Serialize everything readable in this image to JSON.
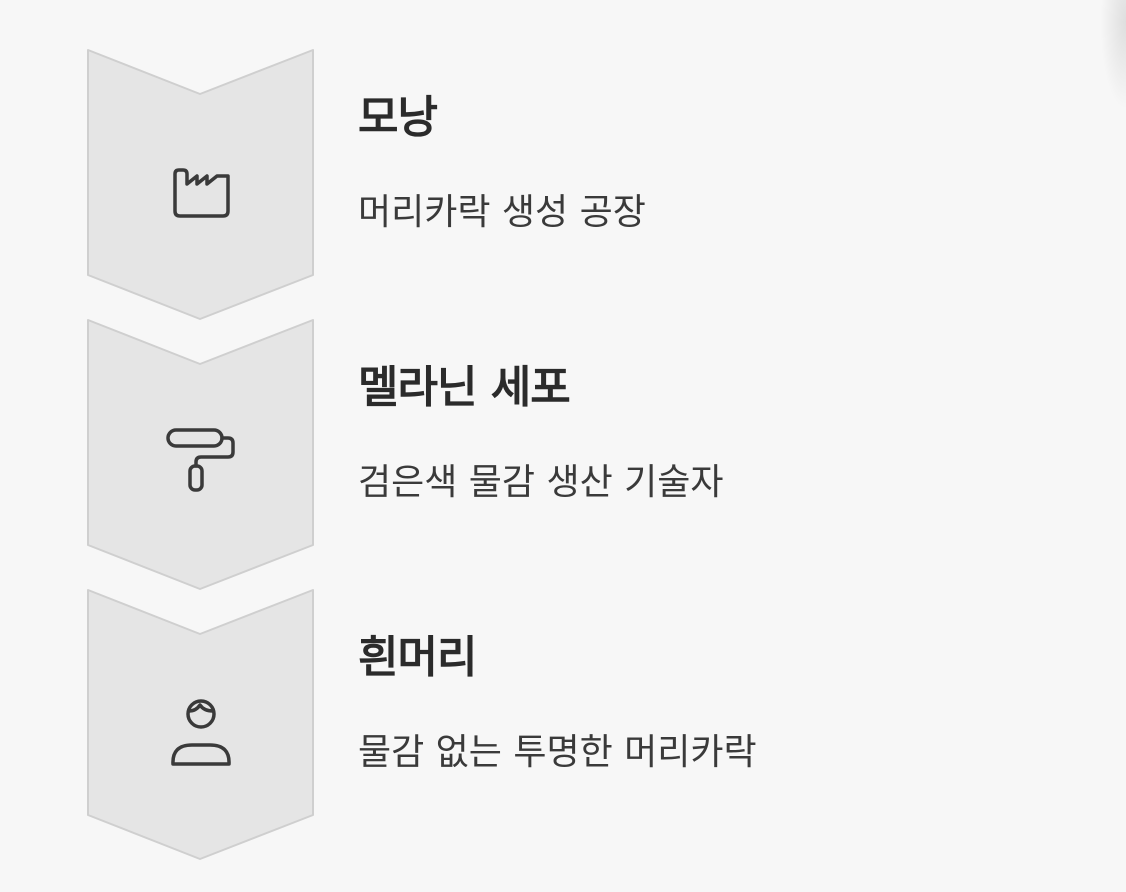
{
  "theme": {
    "background": "#f7f7f7",
    "chevron_fill": "#e5e5e5",
    "chevron_stroke": "#cfcfcf",
    "icon_color": "#3a3a3a",
    "title_color": "#2b2b2b",
    "text_color": "#3a3a3a"
  },
  "steps": [
    {
      "title": "모낭",
      "description": "머리카락 생성 공장",
      "icon": "factory-icon"
    },
    {
      "title": "멜라닌 세포",
      "description": "검은색 물감 생산 기술자",
      "icon": "paint-roller-icon"
    },
    {
      "title": "흰머리",
      "description": "물감 없는 투명한 머리카락",
      "icon": "person-icon"
    }
  ]
}
